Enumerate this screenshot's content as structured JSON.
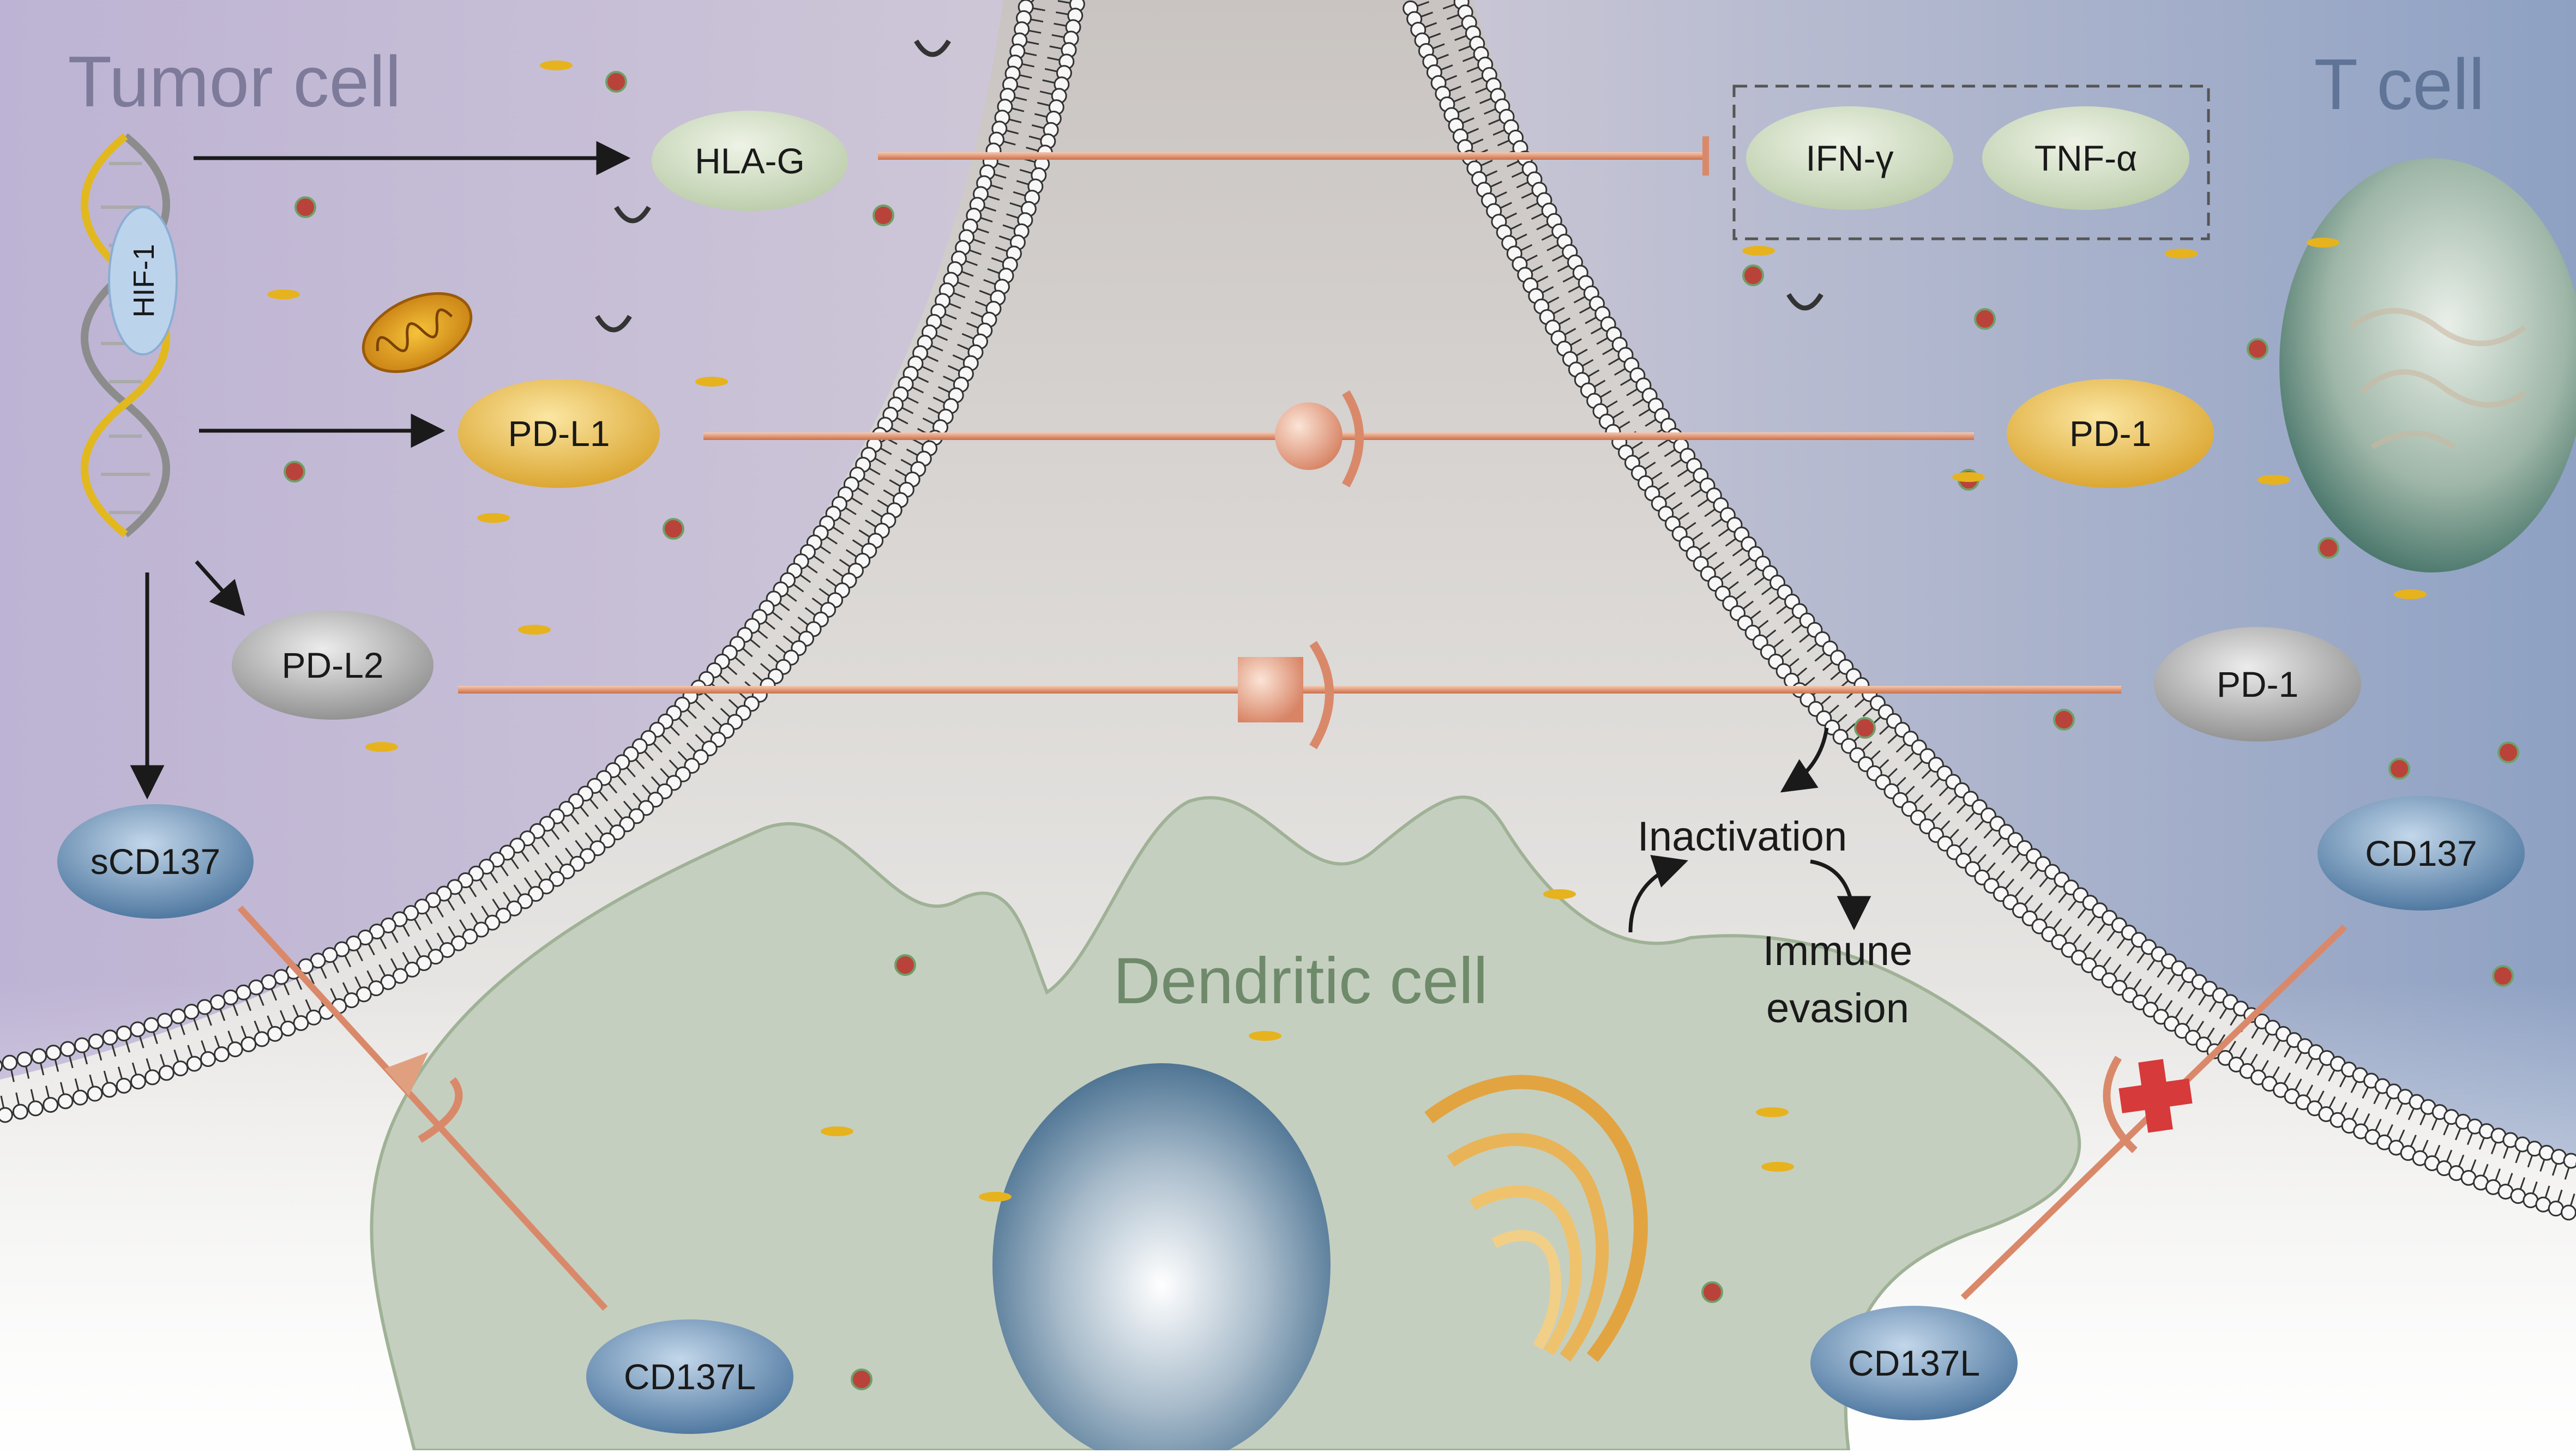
{
  "cells": {
    "tumor": "Tumor cell",
    "tcell": "T cell",
    "dendritic": "Dendritic cell"
  },
  "dna": {
    "factor": "HIF-1"
  },
  "molecules": {
    "hla_g": "HLA-G",
    "ifn_g": "IFN-γ",
    "tnf_a": "TNF-α",
    "pd_l1": "PD-L1",
    "pd_1_top": "PD-1",
    "pd_l2": "PD-L2",
    "pd_1_bottom": "PD-1",
    "scd137": "sCD137",
    "cd137": "CD137",
    "cd137l_left": "CD137L",
    "cd137l_right": "CD137L"
  },
  "process": {
    "inactivation": "Inactivation",
    "immune_line1": "Immune",
    "immune_line2": "evasion"
  },
  "icons": [
    "dna-helix-icon",
    "mitochondrion-icon",
    "nucleus-icon",
    "golgi-icon",
    "inhibition-cross-icon",
    "lipid-bilayer-icon"
  ],
  "colors": {
    "tumor_bg": "#c4bcd8",
    "tcell_bg": "#8fa2c2",
    "dendritic_cell": "#c9d3c3",
    "pill_green": "#d6e2c8",
    "pill_yellow": "#e8c15a",
    "pill_gray": "#9a9a9a",
    "pill_blue": "#5f86ac",
    "connector": "#d9896a",
    "cross": "#d63a3a"
  }
}
